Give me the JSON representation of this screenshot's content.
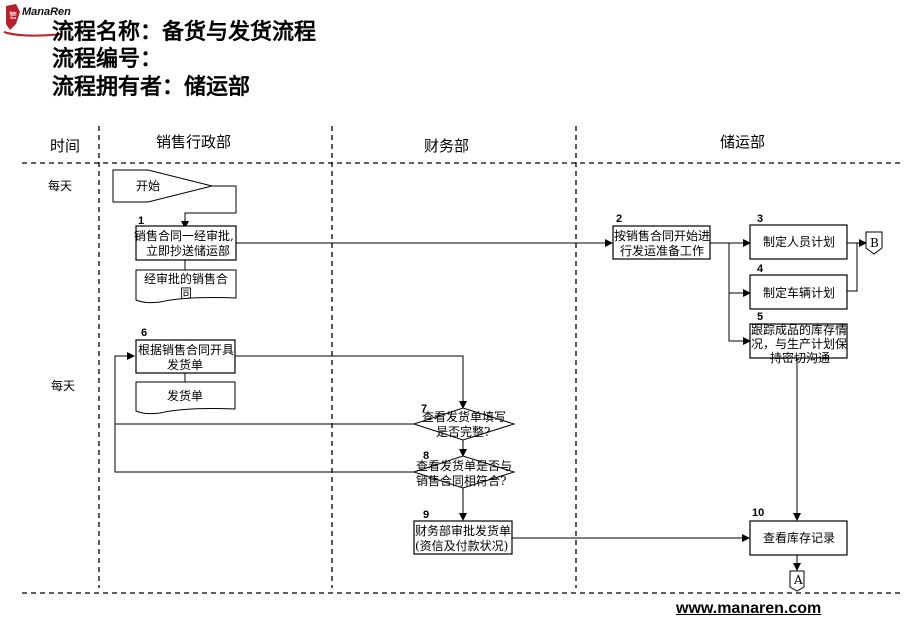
{
  "header": {
    "brand": "ManaRen",
    "process_name_line": "流程名称：备货与发货流程",
    "process_number_line": "流程编号：",
    "process_owner_line": "流程拥有者：储运部"
  },
  "lanes": {
    "time_label": "时间",
    "sales_admin": "销售行政部",
    "finance": "财务部",
    "logistics": "储运部"
  },
  "time_rows": [
    "每天",
    "每天"
  ],
  "nodes": {
    "start": {
      "label": "开始"
    },
    "step1": {
      "number": "1",
      "lines": [
        "销售合同一经审批,",
        "立即抄送储运部"
      ]
    },
    "doc1": {
      "lines": [
        "经审批的销售合",
        "同"
      ]
    },
    "step2": {
      "number": "2",
      "lines": [
        "按销售合同开始进",
        "行发运准备工作"
      ]
    },
    "step3": {
      "number": "3",
      "lines": [
        "制定人员计划"
      ]
    },
    "step4": {
      "number": "4",
      "lines": [
        "制定车辆计划"
      ]
    },
    "step5": {
      "number": "5",
      "lines": [
        "跟踪成品的库存情",
        "况，与生产计划保",
        "持密切沟通"
      ]
    },
    "connector_b": {
      "label": "B"
    },
    "step6": {
      "number": "6",
      "lines": [
        "根据销售合同开具",
        "发货单"
      ]
    },
    "doc6": {
      "lines": [
        "发货单"
      ]
    },
    "step7": {
      "number": "7",
      "lines": [
        "查看发货单填写",
        "是否完整?"
      ]
    },
    "step8": {
      "number": "8",
      "lines": [
        "查看发货单是否与",
        "销售合同相符合?"
      ]
    },
    "step9": {
      "number": "9",
      "lines": [
        "财务部审批发货单",
        "(资信及付款状况)"
      ]
    },
    "step10": {
      "number": "10",
      "lines": [
        "查看库存记录"
      ]
    },
    "connector_a": {
      "label": "A"
    }
  },
  "footer": {
    "link": "www.manaren.com"
  }
}
